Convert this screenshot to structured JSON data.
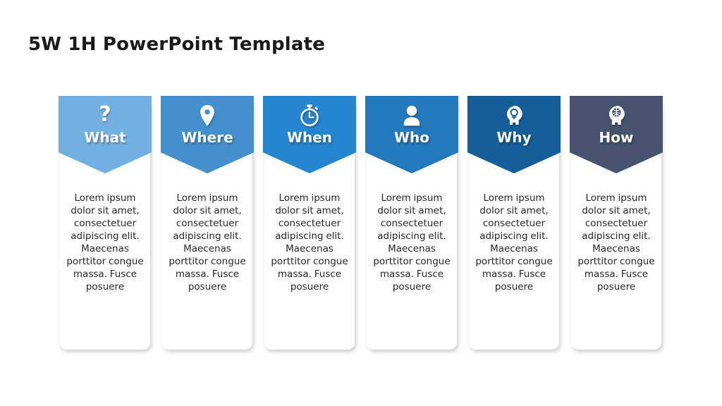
{
  "title": "5W 1H PowerPoint Template",
  "theme": {
    "background": "#ffffff",
    "title_color": "#1a1a1a",
    "body_text_color": "#262626",
    "label_color": "#ffffff"
  },
  "columns": [
    {
      "label": "What",
      "icon": "question-mark-icon",
      "color": "#72B0E2",
      "body": "Lorem ipsum dolor sit amet, consectetuer adipiscing elit. Maecenas porttitor congue massa. Fusce posuere"
    },
    {
      "label": "Where",
      "icon": "map-pin-icon",
      "color": "#4490CE",
      "body": "Lorem ipsum dolor sit amet, consectetuer adipiscing elit. Maecenas porttitor congue massa. Fusce posuere"
    },
    {
      "label": "When",
      "icon": "stopwatch-icon",
      "color": "#2585CE",
      "body": "Lorem ipsum dolor sit amet, consectetuer adipiscing elit. Maecenas porttitor congue massa. Fusce posuere"
    },
    {
      "label": "Who",
      "icon": "person-icon",
      "color": "#2479BC",
      "body": "Lorem ipsum dolor sit amet, consectetuer adipiscing elit. Maecenas porttitor congue massa. Fusce posuere"
    },
    {
      "label": "Why",
      "icon": "head-lightbulb-icon",
      "color": "#155E99",
      "body": "Lorem ipsum dolor sit amet, consectetuer adipiscing elit. Maecenas porttitor congue massa. Fusce posuere"
    },
    {
      "label": "How",
      "icon": "head-brain-icon",
      "color": "#47536E",
      "body": "Lorem ipsum dolor sit amet, consectetuer adipiscing elit. Maecenas porttitor congue massa. Fusce posuere"
    }
  ]
}
